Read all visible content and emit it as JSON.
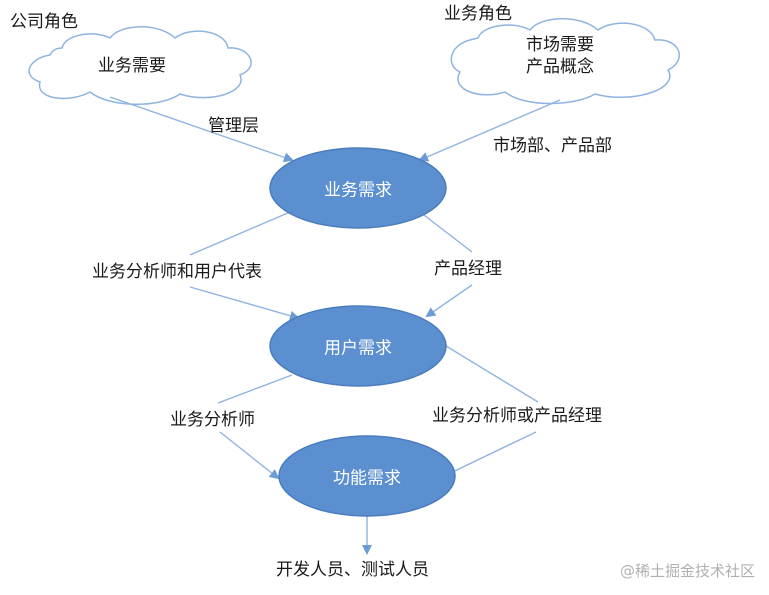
{
  "clouds": {
    "company": {
      "title": "公司角色",
      "text": "业务需要"
    },
    "business": {
      "title": "业务角色",
      "line1": "市场需要",
      "line2": "产品概念"
    }
  },
  "nodes": {
    "business_req": "业务需求",
    "user_req": "用户需求",
    "function_req": "功能需求"
  },
  "edges": {
    "mgmt": "管理层",
    "market_product": "市场部、产品部",
    "analyst_user_rep": "业务分析师和用户代表",
    "product_manager": "产品经理",
    "analyst": "业务分析师",
    "analyst_or_pm": "业务分析师或产品经理",
    "dev_test": "开发人员、测试人员"
  },
  "colors": {
    "node_fill": "#5b8fd0",
    "node_stroke": "#4a7dbd",
    "line": "#8fb4df",
    "cloud_stroke": "#8fb4df"
  },
  "watermark": "@稀土掘金技术社区"
}
